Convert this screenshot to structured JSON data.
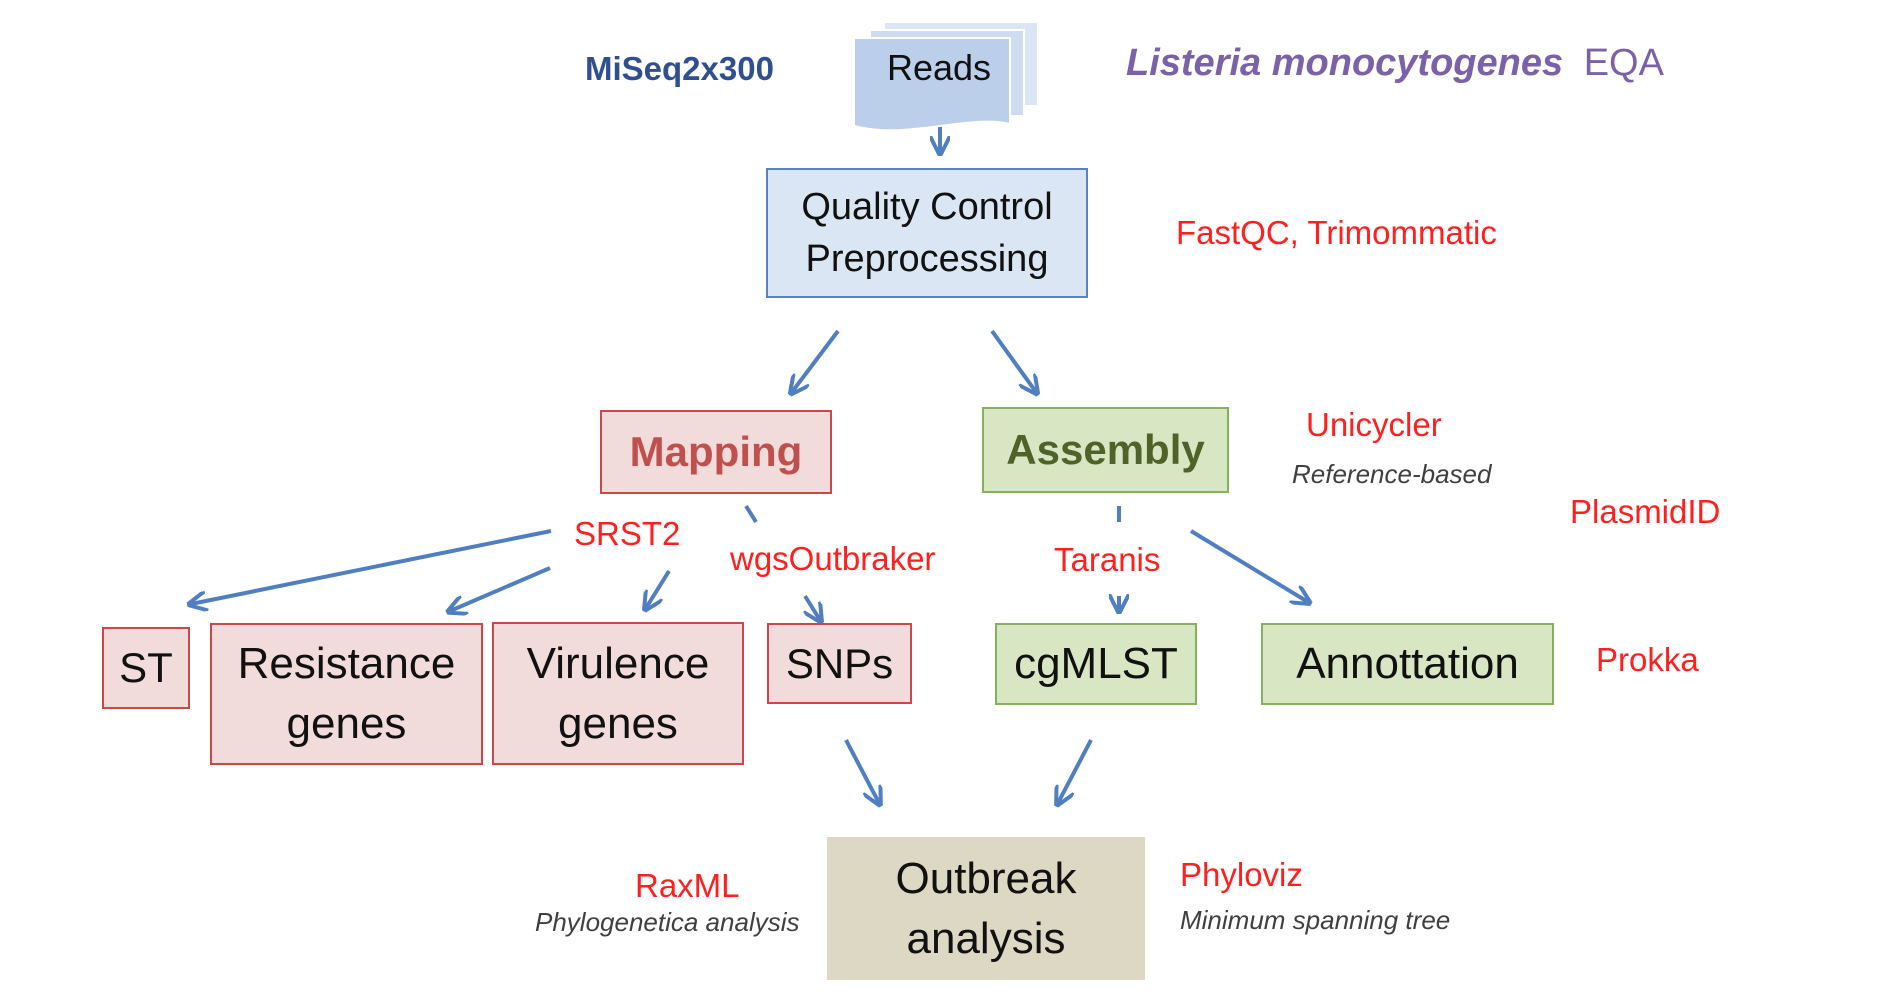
{
  "header": {
    "platform": "MiSeq2x300",
    "reads": "Reads",
    "title_species": "Listeria monocytogenes",
    "title_suffix": "EQA"
  },
  "nodes": {
    "qc": {
      "line1": "Quality Control",
      "line2": "Preprocessing"
    },
    "mapping": "Mapping",
    "assembly": "Assembly",
    "st": "ST",
    "resistance": {
      "line1": "Resistance",
      "line2": "genes"
    },
    "virulence": {
      "line1": "Virulence",
      "line2": "genes"
    },
    "snps": "SNPs",
    "cgmlst": "cgMLST",
    "annotation": "Annottation",
    "outbreak": {
      "line1": "Outbreak",
      "line2": "analysis"
    }
  },
  "tools": {
    "qc": "FastQC, Trimommatic",
    "unicycler": "Unicycler",
    "unicycler_note": "Reference-based",
    "plasmid": "PlasmidID",
    "srst2": "SRST2",
    "wgs": "wgsOutbraker",
    "taranis": "Taranis",
    "prokka": "Prokka",
    "raxml": "RaxML",
    "raxml_note": "Phylogenetica analysis",
    "phyloviz": "Phyloviz",
    "phyloviz_note": "Minimum spanning tree"
  },
  "colors": {
    "arrow": "#4f7fc0",
    "tool_text": "#ff1f1f",
    "header_blue": "#2f4f8f",
    "title_purple": "#7b62a8",
    "mapping_text": "#c0504d",
    "assembly_text": "#4f6228"
  }
}
